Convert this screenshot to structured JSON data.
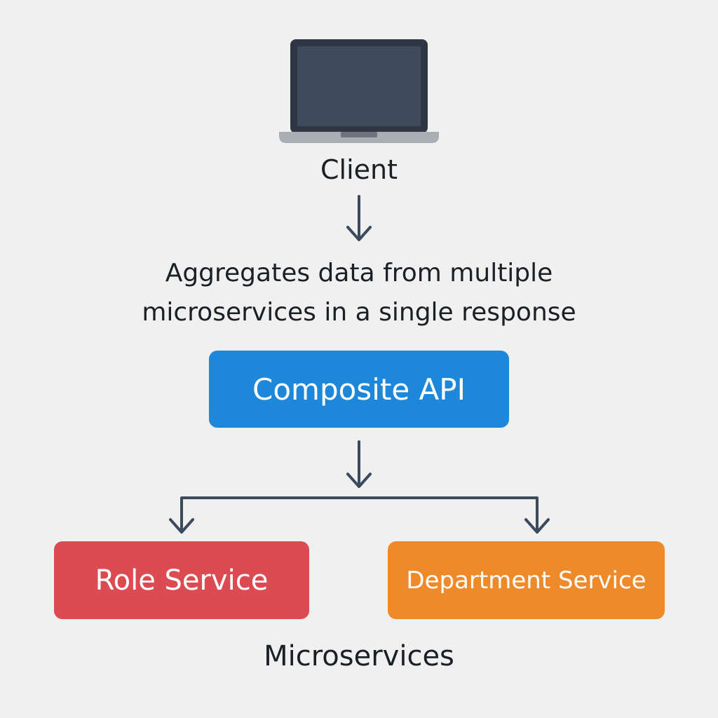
{
  "client": {
    "label": "Client",
    "icon": "laptop-icon"
  },
  "description": {
    "line1": "Aggregates data from multiple",
    "line2": "microservices in a single response"
  },
  "composite_api": {
    "label": "Composite API",
    "color": "#1d87d9"
  },
  "services": [
    {
      "label": "Role Service",
      "color": "#dc4b52"
    },
    {
      "label": "Department Service",
      "color": "#ee8a2a"
    }
  ],
  "group_label": "Microservices",
  "colors": {
    "background": "#f0f0f0",
    "arrow": "#3b4a5c",
    "text": "#1b1f26"
  }
}
